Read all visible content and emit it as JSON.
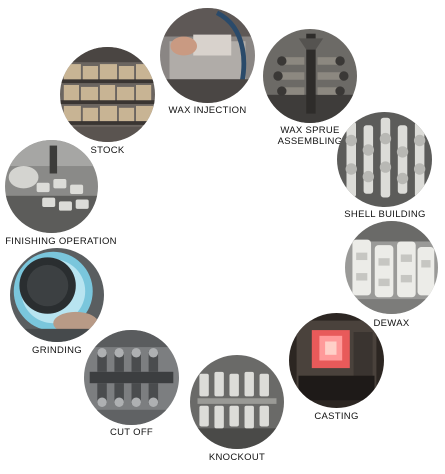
{
  "steps": [
    {
      "id": "wax-injection",
      "lines": [
        "WAX INJECTION"
      ],
      "icon": "wax-injection-photo",
      "tone": "#6a6a6a",
      "accent": "#c8c0b8"
    },
    {
      "id": "wax-sprue-assembling",
      "lines": [
        "WAX SPRUE",
        "ASSEMBLING"
      ],
      "icon": "wax-sprue-photo",
      "tone": "#4a4a48",
      "accent": "#9a968e"
    },
    {
      "id": "shell-building",
      "lines": [
        "SHELL BUILDING"
      ],
      "icon": "shell-building-photo",
      "tone": "#7a7a78",
      "accent": "#d8d8d4"
    },
    {
      "id": "dewax",
      "lines": [
        "DEWAX"
      ],
      "icon": "dewax-photo",
      "tone": "#8a8a88",
      "accent": "#e2e2de"
    },
    {
      "id": "casting",
      "lines": [
        "CASTING"
      ],
      "icon": "casting-photo",
      "tone": "#2a2522",
      "accent": "#f07a7a"
    },
    {
      "id": "knockout",
      "lines": [
        "KNOCKOUT"
      ],
      "icon": "knockout-photo",
      "tone": "#5a5a58",
      "accent": "#d4d4d0"
    },
    {
      "id": "cut-off",
      "lines": [
        "CUT OFF"
      ],
      "icon": "cut-off-photo",
      "tone": "#585a5c",
      "accent": "#aaaaac"
    },
    {
      "id": "grinding",
      "lines": [
        "GRINDING"
      ],
      "icon": "grinding-photo",
      "tone": "#4a4e50",
      "accent": "#8fd4e6"
    },
    {
      "id": "finishing-operation",
      "lines": [
        "FINISHING OPERATION"
      ],
      "icon": "finishing-photo",
      "tone": "#6e6e6c",
      "accent": "#cfcfcb"
    },
    {
      "id": "stock",
      "lines": [
        "STOCK"
      ],
      "icon": "stock-photo",
      "tone": "#6b6560",
      "accent": "#cbb79a"
    }
  ]
}
